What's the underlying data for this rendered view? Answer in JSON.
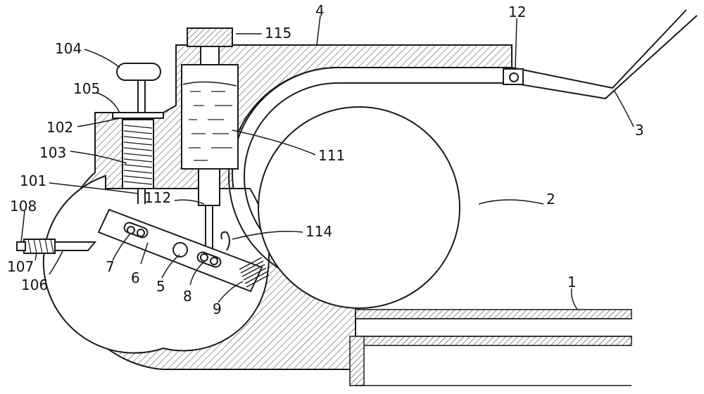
{
  "labels": {
    "l1": "1",
    "l2": "2",
    "l3": "3",
    "l4": "4",
    "l5": "5",
    "l6": "6",
    "l7": "7",
    "l8": "8",
    "l9": "9",
    "l12": "12",
    "l101": "101",
    "l102": "102",
    "l103": "103",
    "l104": "104",
    "l105": "105",
    "l106": "106",
    "l107": "107",
    "l108": "108",
    "l111": "111",
    "l112": "112",
    "l114": "114",
    "l115": "115"
  },
  "colors": {
    "line": "#1a1a1a",
    "hatch": "#555555",
    "background": "#ffffff"
  }
}
